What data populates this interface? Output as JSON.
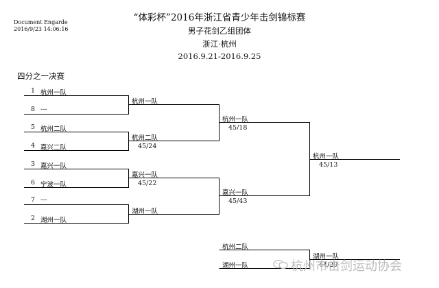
{
  "doc": {
    "software": "Document Engarde",
    "timestamp": "2016/9/23 14:06:16"
  },
  "header": {
    "title": "“体彩杯”2016年浙江省青少年击剑锦标赛",
    "event": "男子花剑乙组团体",
    "location": "浙江·杭州",
    "dates": "2016.9.21-2016.9.25"
  },
  "bracket": {
    "round_label": "四分之一决赛",
    "quarterfinal_entries": [
      {
        "seed": "1",
        "team": "杭州一队"
      },
      {
        "seed": "8",
        "team": "---"
      },
      {
        "seed": "5",
        "team": "杭州二队"
      },
      {
        "seed": "4",
        "team": "嘉兴二队"
      },
      {
        "seed": "3",
        "team": "嘉兴一队"
      },
      {
        "seed": "6",
        "team": "宁波一队"
      },
      {
        "seed": "7",
        "team": "---"
      },
      {
        "seed": "2",
        "team": "湖州一队"
      }
    ],
    "semifinal_entries": [
      {
        "team": "杭州一队",
        "score": ""
      },
      {
        "team": "杭州二队",
        "score": "45/24"
      },
      {
        "team": "嘉兴一队",
        "score": "45/22"
      },
      {
        "team": "湖州一队",
        "score": ""
      }
    ],
    "final_entries": [
      {
        "team": "杭州一队",
        "score": "45/18"
      },
      {
        "team": "嘉兴一队",
        "score": "45/43"
      }
    ],
    "champion": {
      "team": "杭州一队",
      "score": "45/13"
    },
    "third_place": {
      "entries": [
        {
          "team": "杭州二队"
        },
        {
          "team": "湖州一队"
        }
      ],
      "winner": {
        "team": "湖州一队",
        "score": "44/29"
      }
    }
  },
  "watermark": {
    "text": "杭州市击剑运动协会",
    "icon": "wechat-icon"
  },
  "colors": {
    "line": "#000000",
    "watermark": "#bdbdbd"
  }
}
